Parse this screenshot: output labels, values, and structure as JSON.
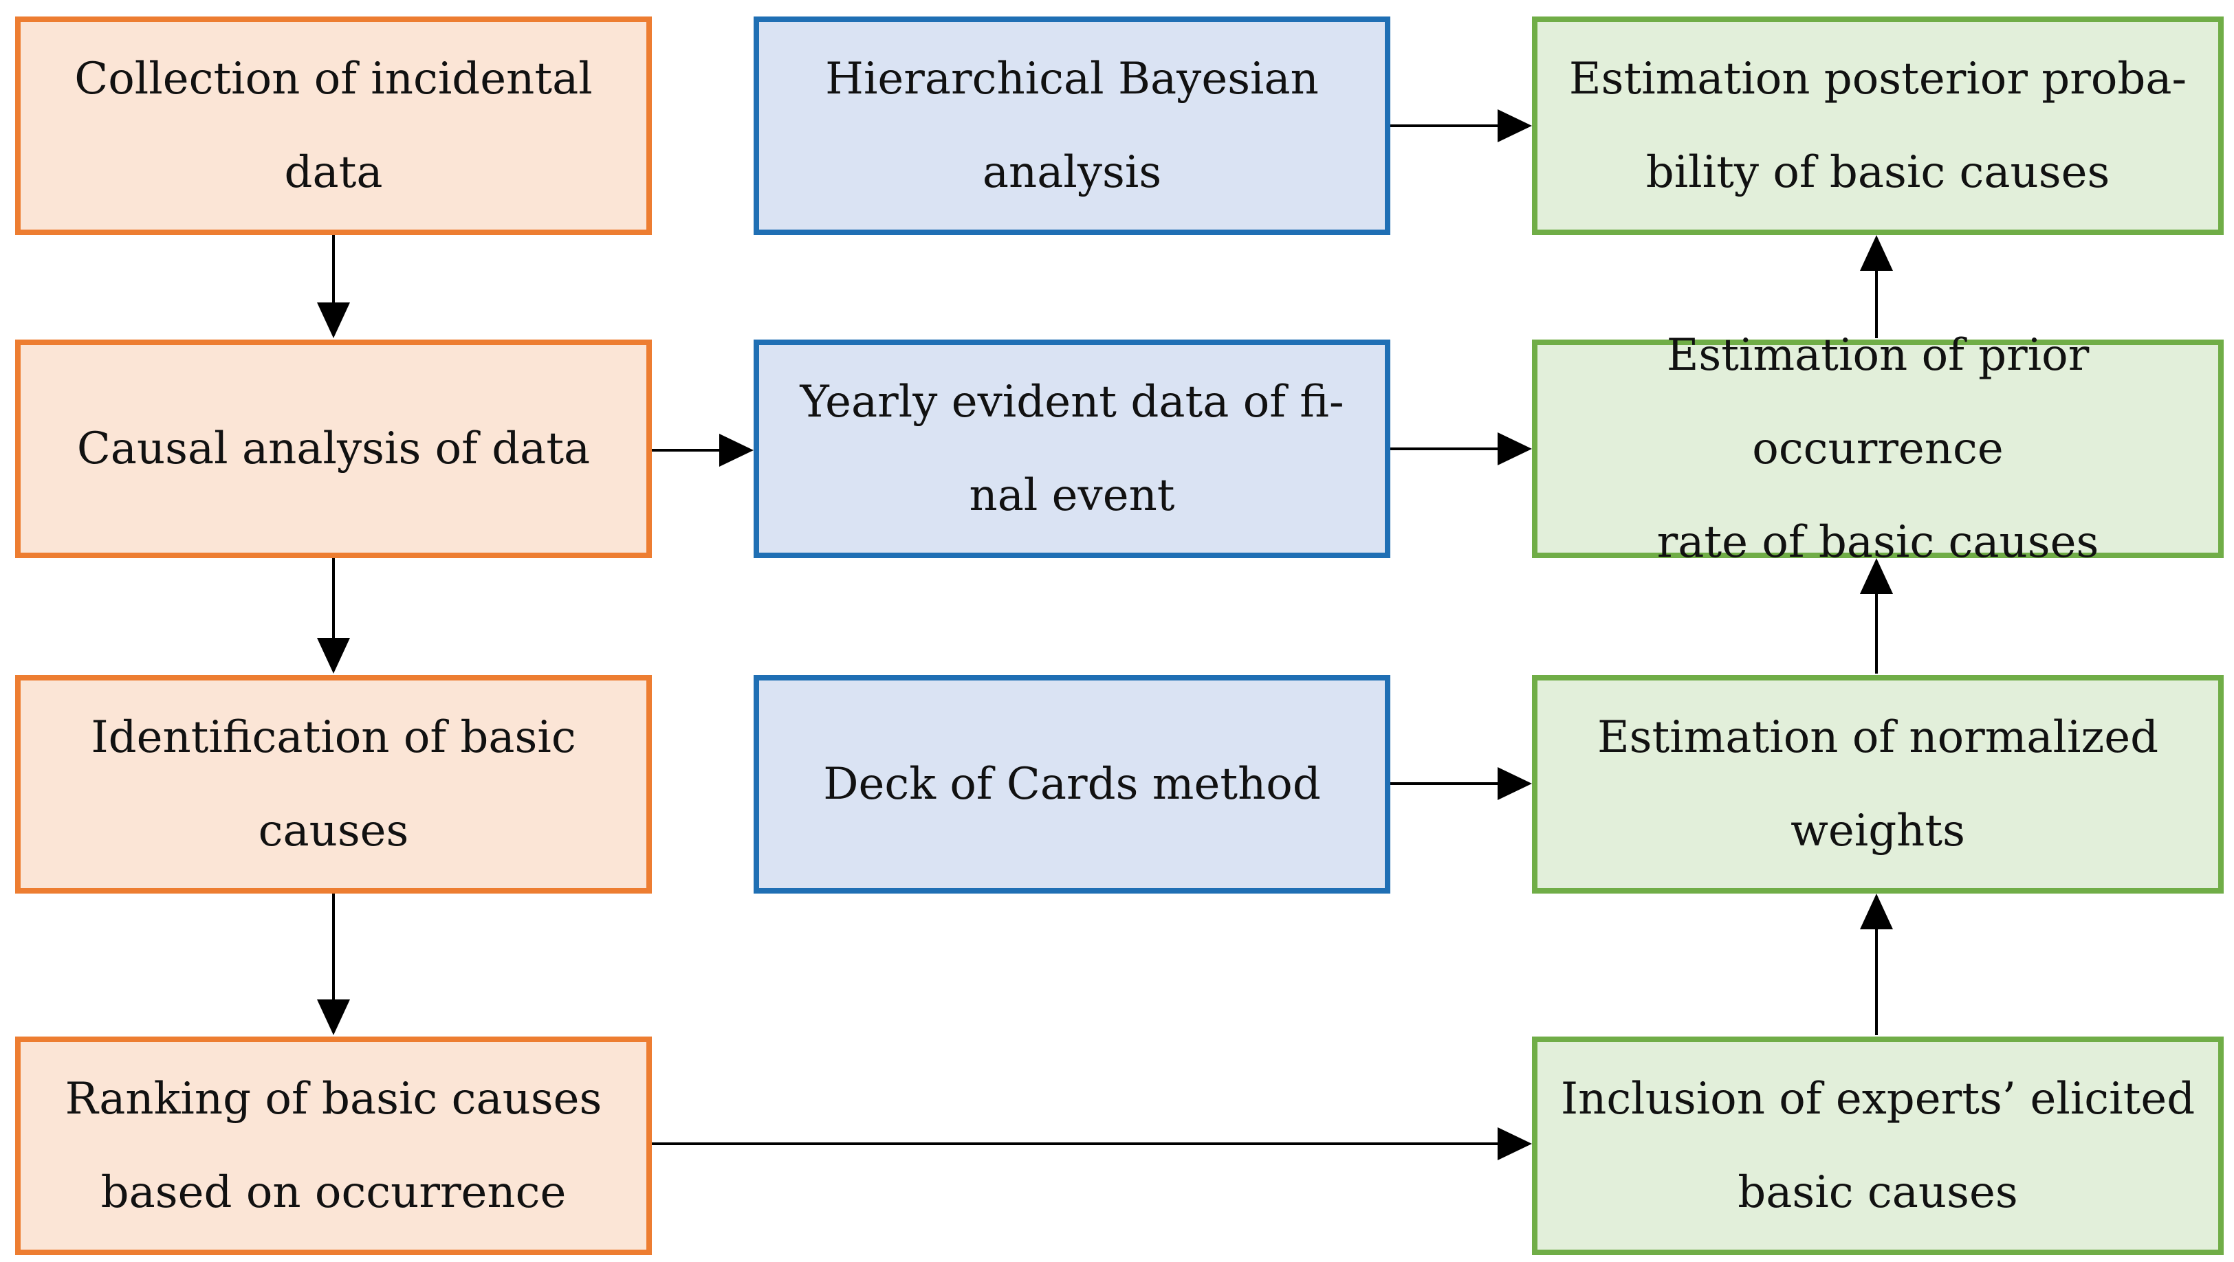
{
  "colors": {
    "orange_border": "#ED7D31",
    "orange_fill": "#FBE5D6",
    "blue_border": "#1F6FB4",
    "blue_fill": "#DAE3F3",
    "green_border": "#70AD47",
    "green_fill": "#E2EFDA",
    "arrow": "#000000"
  },
  "left_column": {
    "collection": "Collection of incidental\ndata",
    "causal": "Causal analysis of data",
    "identification": "Identification of basic\ncauses",
    "ranking": "Ranking of basic causes\nbased on occurrence"
  },
  "middle_column": {
    "hierarchical": "Hierarchical Bayesian\nanalysis",
    "yearly": "Yearly evident data of fi-\nnal event",
    "deck": "Deck of Cards method"
  },
  "right_column": {
    "posterior": "Estimation posterior    proba-\nbility of basic causes",
    "prior": "Estimation of prior occurrence\nrate of basic causes",
    "weights": "Estimation of normalized\nweights",
    "inclusion": "Inclusion of experts’ elicited\nbasic causes"
  },
  "connections": [
    {
      "from": "collection",
      "to": "causal"
    },
    {
      "from": "causal",
      "to": "identification"
    },
    {
      "from": "identification",
      "to": "ranking"
    },
    {
      "from": "causal",
      "to": "yearly"
    },
    {
      "from": "hierarchical",
      "to": "posterior"
    },
    {
      "from": "yearly",
      "to": "prior"
    },
    {
      "from": "deck",
      "to": "weights"
    },
    {
      "from": "ranking",
      "to": "inclusion"
    },
    {
      "from": "inclusion",
      "to": "weights"
    },
    {
      "from": "weights",
      "to": "prior"
    },
    {
      "from": "prior",
      "to": "posterior"
    }
  ]
}
